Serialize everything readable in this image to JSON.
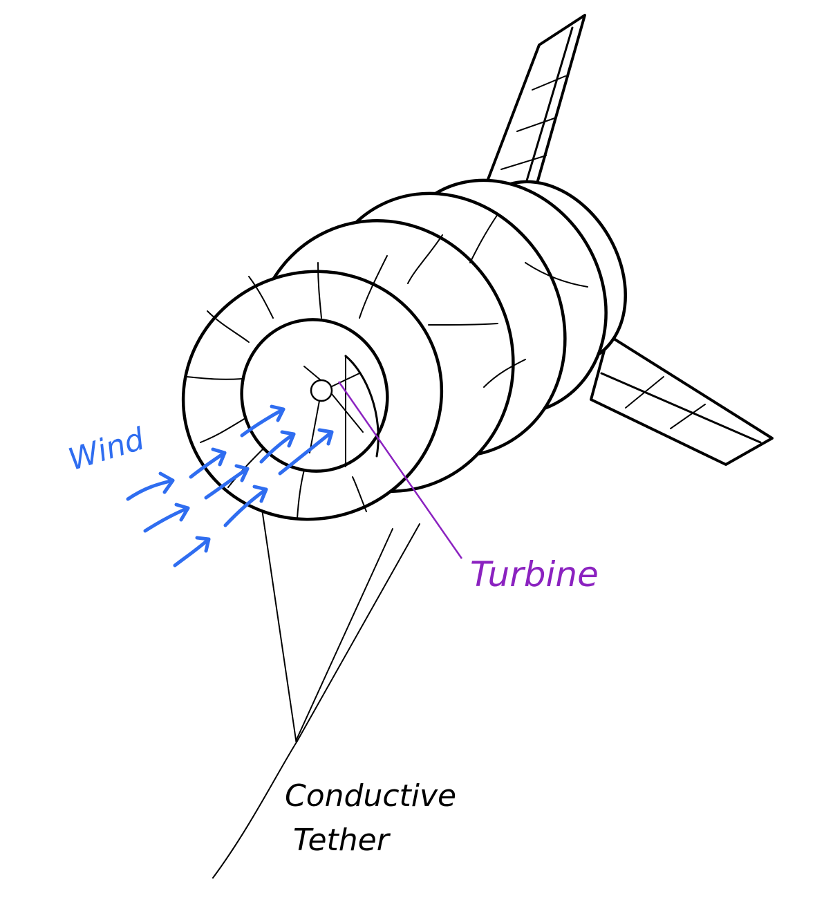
{
  "labels": {
    "wind": "Wind",
    "turbine": "Turbine",
    "tether_line1": "Conductive",
    "tether_line2": "Tether"
  },
  "colors": {
    "wind": "#2f6df0",
    "turbine": "#8b22c0",
    "outline": "#000000"
  }
}
